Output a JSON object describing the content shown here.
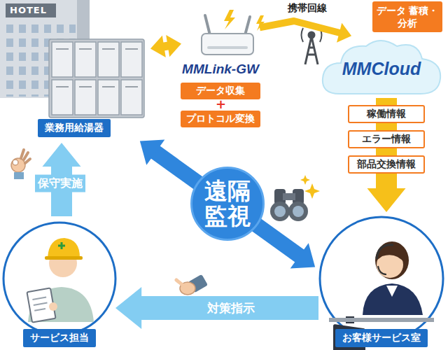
{
  "diagram": {
    "nodes": [
      {
        "text": [
          "業務用給湯器"
        ]
      },
      {
        "text": [
          "MMLink-GW"
        ]
      },
      {
        "text": [
          "データ収集"
        ]
      },
      {
        "text": [
          "プロトコル変換"
        ]
      },
      {
        "text": [
          "データ 蓄積・分析"
        ]
      },
      {
        "text": [
          "MMCloud"
        ]
      },
      {
        "text": [
          "稼働情報"
        ]
      },
      {
        "text": [
          "エラー情報"
        ]
      },
      {
        "text": [
          "部品交換情報"
        ]
      },
      {
        "text": [
          "お客様サービス室"
        ]
      },
      {
        "text": [
          "サービス担当"
        ]
      }
    ],
    "edges": [
      {
        "from": 0,
        "to": 1,
        "arrow": "both"
      },
      {
        "from": 1,
        "to": 5,
        "arrow": "to",
        "label": "携帯回線"
      },
      {
        "from": 5,
        "to": 9,
        "arrow": "to"
      },
      {
        "from": 0,
        "to": 9,
        "arrow": "both",
        "label": "遠隔監視"
      },
      {
        "from": 9,
        "to": 10,
        "arrow": "to",
        "label": "対策指示"
      },
      {
        "from": 10,
        "to": 0,
        "arrow": "to",
        "label": "保守実施"
      }
    ],
    "labels": [
      "HOTEL",
      "+"
    ]
  }
}
